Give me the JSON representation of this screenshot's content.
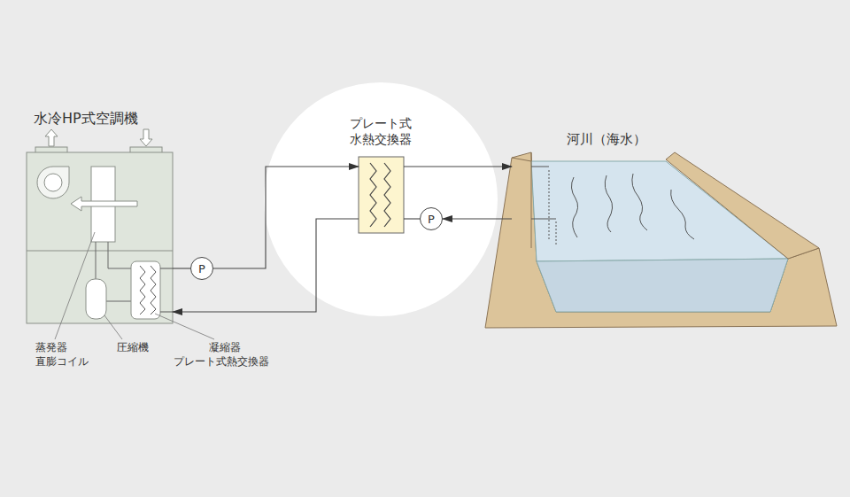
{
  "diagram": {
    "nodes": [
      {
        "text": [
          "水冷HP式空調機"
        ]
      },
      {
        "text": [
          "P"
        ]
      },
      {
        "text": [
          "プレート式 水熱交換器"
        ]
      },
      {
        "text": [
          "P"
        ]
      },
      {
        "text": [
          "河川（海水）"
        ]
      }
    ],
    "edges": [
      {
        "from": 0,
        "to": 1,
        "arrow": "none"
      },
      {
        "from": 1,
        "to": 2,
        "arrow": "to"
      },
      {
        "from": 2,
        "to": 4,
        "arrow": "to"
      },
      {
        "from": 4,
        "to": 3,
        "arrow": "to"
      },
      {
        "from": 3,
        "to": 2,
        "arrow": "none"
      },
      {
        "from": 2,
        "to": 0,
        "arrow": "to"
      }
    ],
    "labels": [
      "蒸発器",
      "直膨コイル",
      "圧縮機",
      "凝縮器",
      "プレート式熱交換器"
    ]
  }
}
